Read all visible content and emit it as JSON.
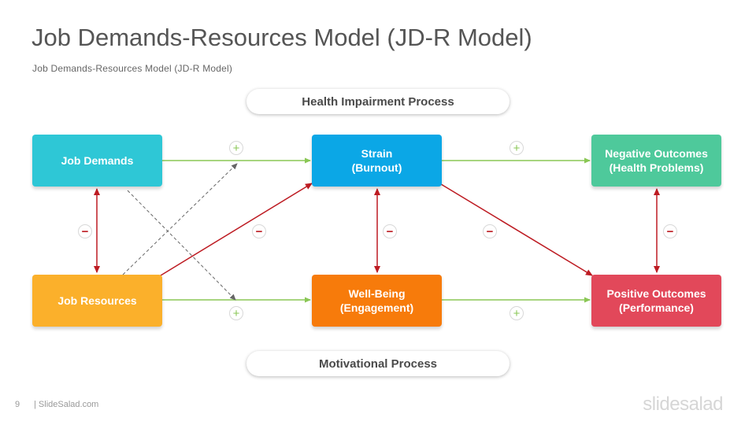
{
  "header": {
    "title": "Job Demands-Resources Model (JD-R Model)",
    "subtitle": "Job Demands-Resources  Model (JD-R Model)"
  },
  "processes": {
    "top": "Health Impairment Process",
    "bottom": "Motivational Process"
  },
  "boxes": {
    "job_demands": {
      "line1": "Job Demands",
      "line2": "",
      "color": "#2ec7d6"
    },
    "job_resources": {
      "line1": "Job Resources",
      "line2": "",
      "color": "#fbb02b"
    },
    "strain": {
      "line1": "Strain",
      "line2": "(Burnout)",
      "color": "#0ba7e6"
    },
    "well_being": {
      "line1": "Well-Being",
      "line2": "(Engagement)",
      "color": "#f77b0b"
    },
    "negative_outcomes": {
      "line1": "Negative Outcomes",
      "line2": "(Health Problems)",
      "color": "#4ec99b"
    },
    "positive_outcomes": {
      "line1": "Positive Outcomes",
      "line2": "(Performance)",
      "color": "#e2485a"
    }
  },
  "colors": {
    "positive_arrow": "#8ac755",
    "negative_arrow": "#bd1b22",
    "dashed_arrow": "#666666"
  },
  "signs": {
    "plus": "+",
    "minus": "−"
  },
  "footer": {
    "page_number": "9",
    "site": "| SlideSalad.com",
    "logo": "slidesalad"
  }
}
